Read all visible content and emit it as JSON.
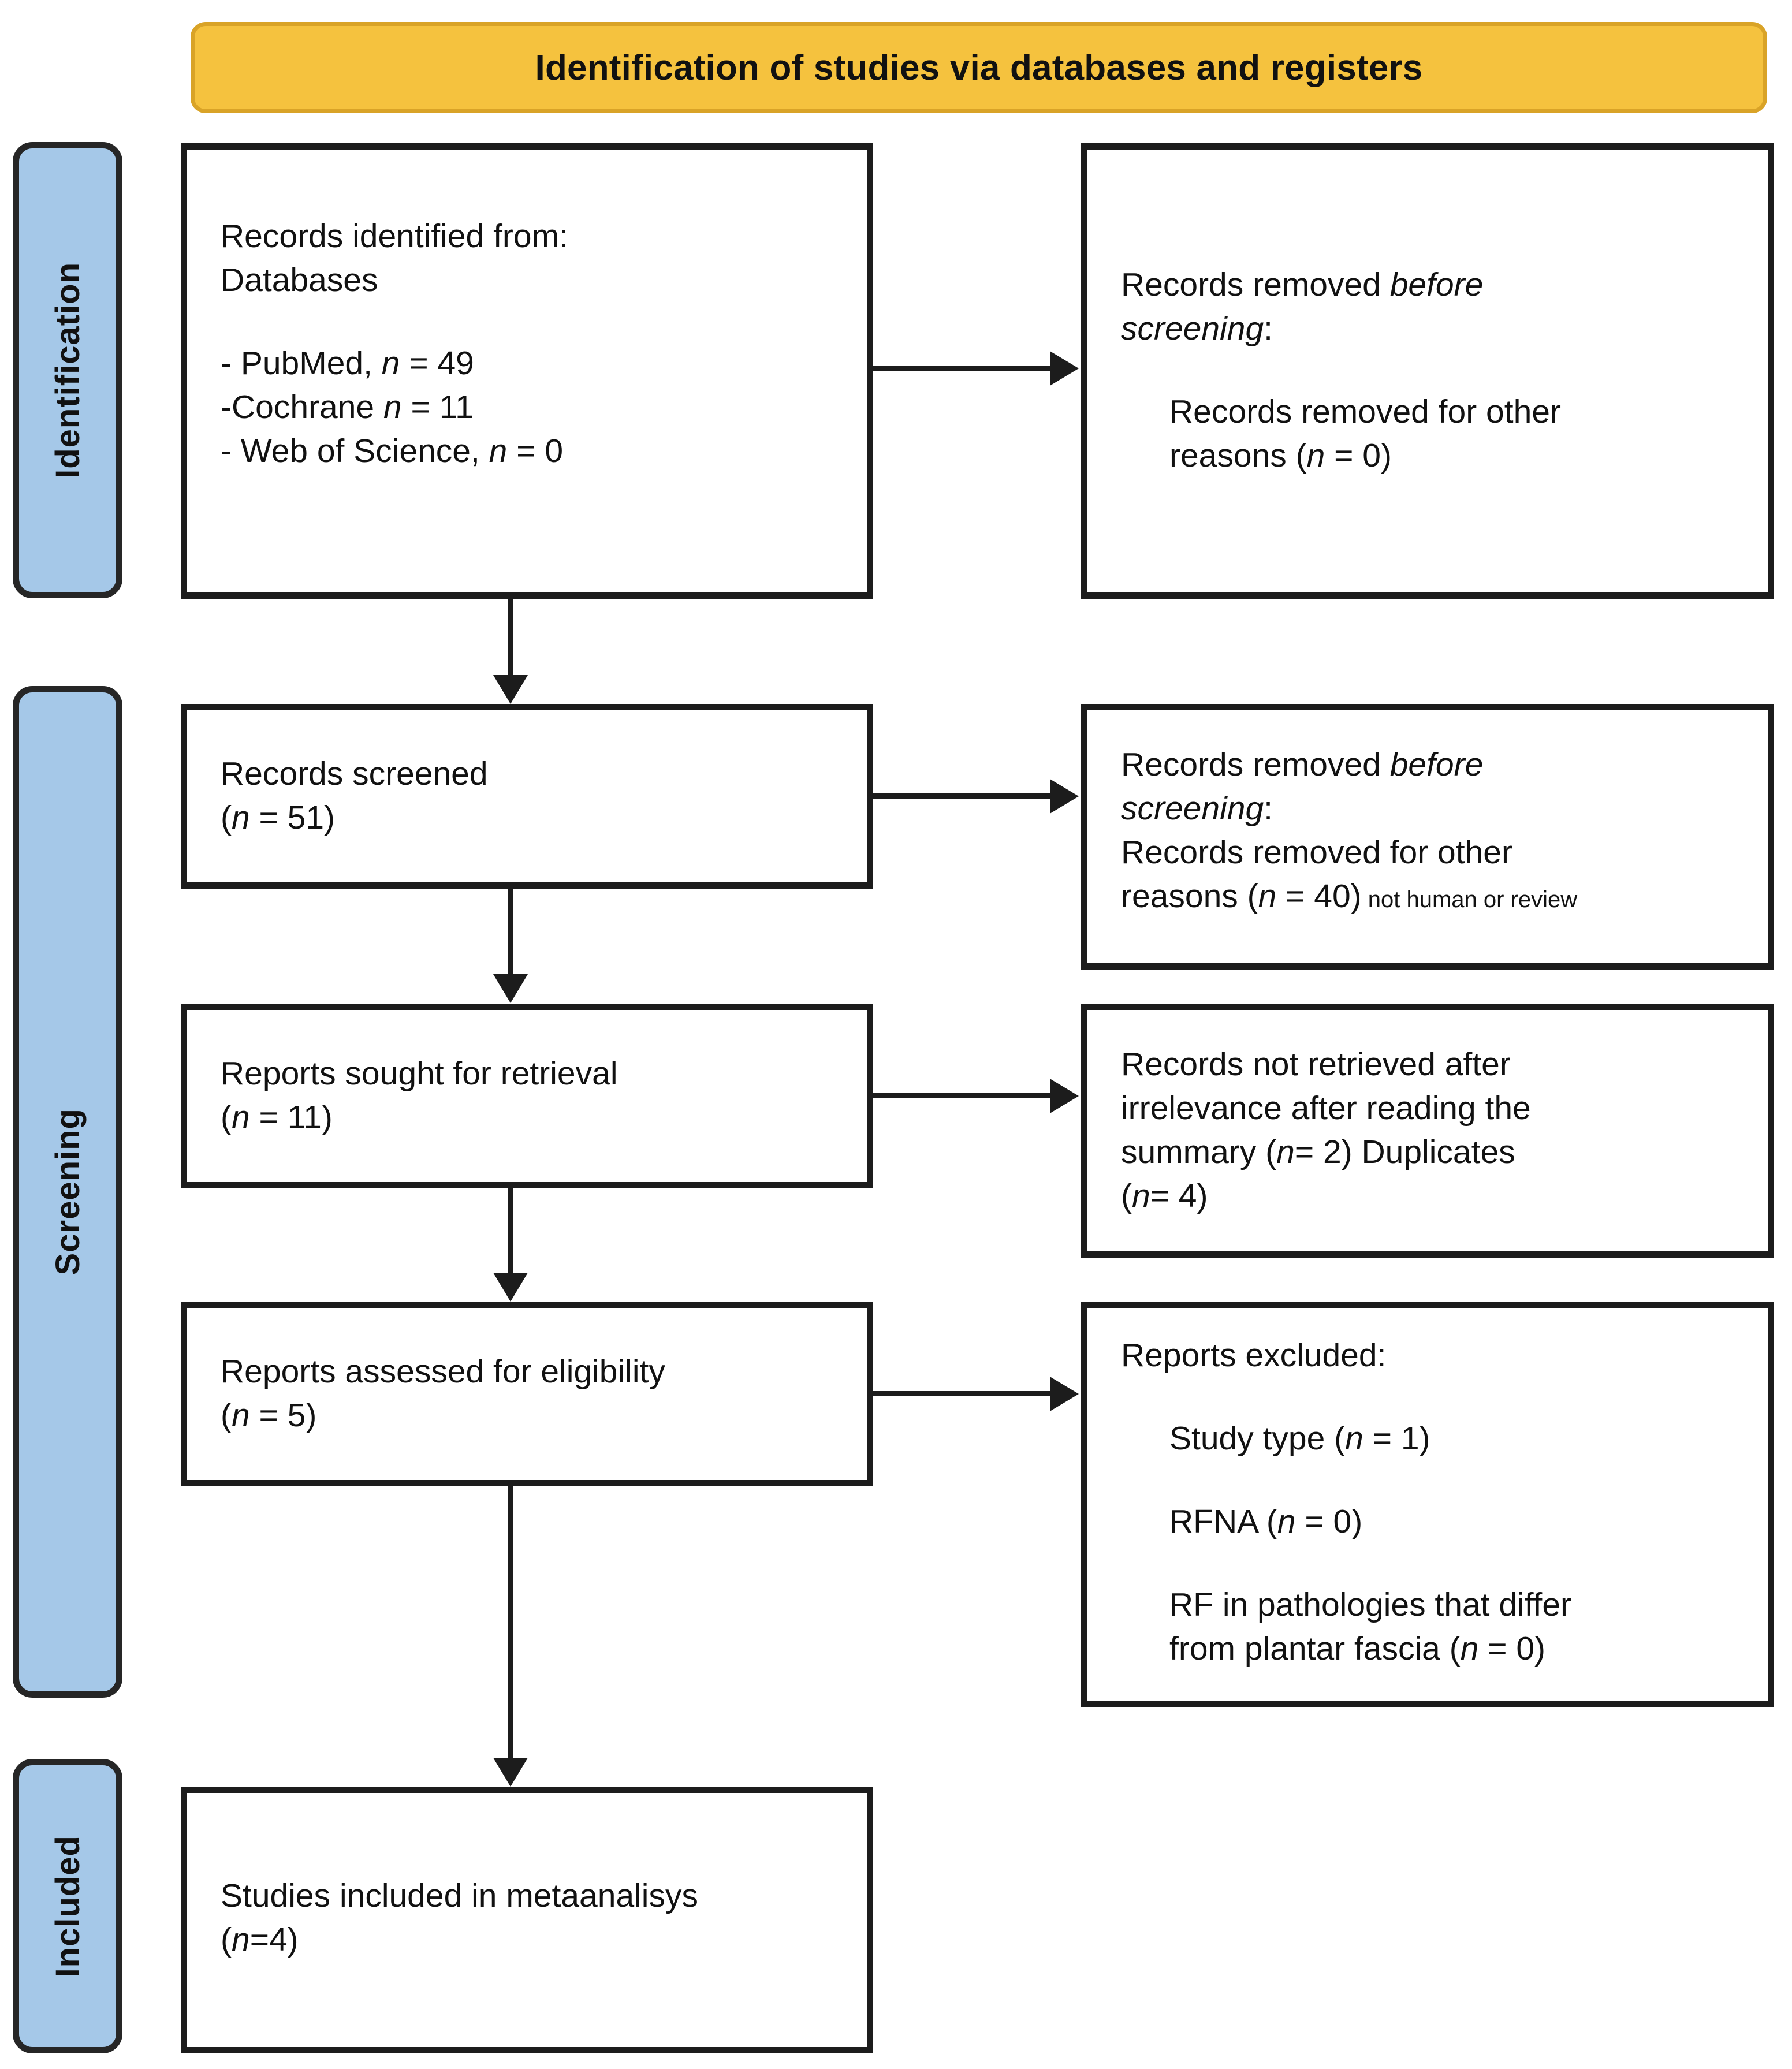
{
  "header": {
    "title": "Identification of studies via databases and registers"
  },
  "stages": [
    {
      "id": "identification",
      "label": "Identification"
    },
    {
      "id": "screening",
      "label": "Screening"
    },
    {
      "id": "included",
      "label": "Included"
    }
  ],
  "boxes": {
    "identified": {
      "title_line1": "Records identified from:",
      "title_line2": "Databases",
      "sources": [
        {
          "prefix": "- PubMed, ",
          "n_italic": "n",
          "value": " = 49"
        },
        {
          "prefix": "-Cochrane ",
          "n_italic": "n",
          "value": " = 11"
        },
        {
          "prefix": "- Web of Science, ",
          "n_italic": "n",
          "value": " = 0"
        }
      ]
    },
    "removed_before_screening_1": {
      "line1_plain": "Records removed ",
      "line1_italic": "before",
      "line2_italic": "screening",
      "line2_plain": ":",
      "sub_line1": "Records removed for other",
      "sub_line2_prefix": "reasons (",
      "sub_line2_italic": "n",
      "sub_line2_suffix": " = 0)"
    },
    "screened": {
      "line1": "Records screened",
      "line2_prefix": "(",
      "line2_italic": "n",
      "line2_suffix": " = 51)"
    },
    "removed_before_screening_2": {
      "line1_plain": "Records removed ",
      "line1_italic": "before",
      "line2_italic": "screening",
      "line2_plain": ":",
      "line3": "Records removed for other",
      "line4_prefix": "reasons (",
      "line4_italic": "n",
      "line4_suffix": " = 40)",
      "line4_note": " not human or review"
    },
    "sought": {
      "line1": "Reports sought for retrieval",
      "line2_prefix": "(",
      "line2_italic": "n",
      "line2_suffix": " = 11)"
    },
    "not_retrieved": {
      "line1": "Records not retrieved after",
      "line2": "irrelevance after reading the",
      "line3_prefix": "summary (",
      "line3_italic": "n",
      "line3_suffix": "= 2) Duplicates",
      "line4_prefix": "(",
      "line4_italic": "n",
      "line4_suffix": "= 4)"
    },
    "assessed": {
      "line1": "Reports assessed for eligibility",
      "line2_prefix": "(",
      "line2_italic": "n",
      "line2_suffix": " = 5)"
    },
    "excluded": {
      "title": "Reports excluded:",
      "reasons": [
        {
          "label": "Study type (",
          "n_italic": "n",
          "value": " = 1)"
        },
        {
          "label": "RFNA (",
          "n_italic": "n",
          "value": " = 0)"
        }
      ],
      "reason3_line1": "RF in pathologies that differ",
      "reason3_line2_prefix": "from plantar fascia  (",
      "reason3_line2_italic": "n",
      "reason3_line2_suffix": " = 0)"
    },
    "included": {
      "line1": "Studies included in metaanalisys",
      "line2_prefix": "(",
      "line2_italic": "n",
      "line2_suffix": "=4)"
    }
  },
  "colors": {
    "banner_fill": "#F5C23E",
    "banner_border": "#D9A327",
    "band_fill": "#A5C8E8",
    "band_border": "#262626",
    "box_border": "#1C1C1C",
    "text": "#111111"
  }
}
